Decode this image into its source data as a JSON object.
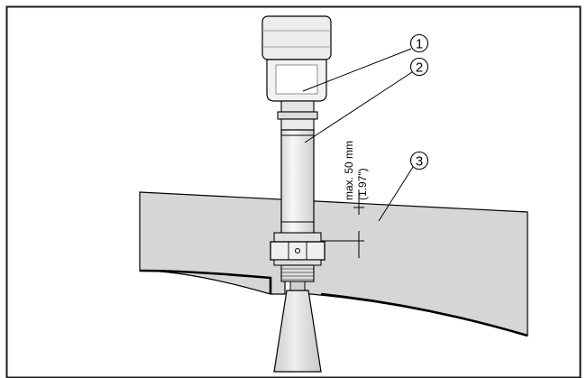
{
  "callouts": [
    {
      "id": "1",
      "label": "1"
    },
    {
      "id": "2",
      "label": "2"
    },
    {
      "id": "3",
      "label": "3"
    }
  ],
  "dimension": {
    "metric": "max. 50 mm",
    "imperial": "(1.97\")"
  },
  "colors": {
    "frame": "#1a1a1a",
    "tank_wall": "#d6d6d6",
    "sensor_body": "#ffffff",
    "sensor_shade": "#e2e2e2",
    "outline": "#000000"
  }
}
